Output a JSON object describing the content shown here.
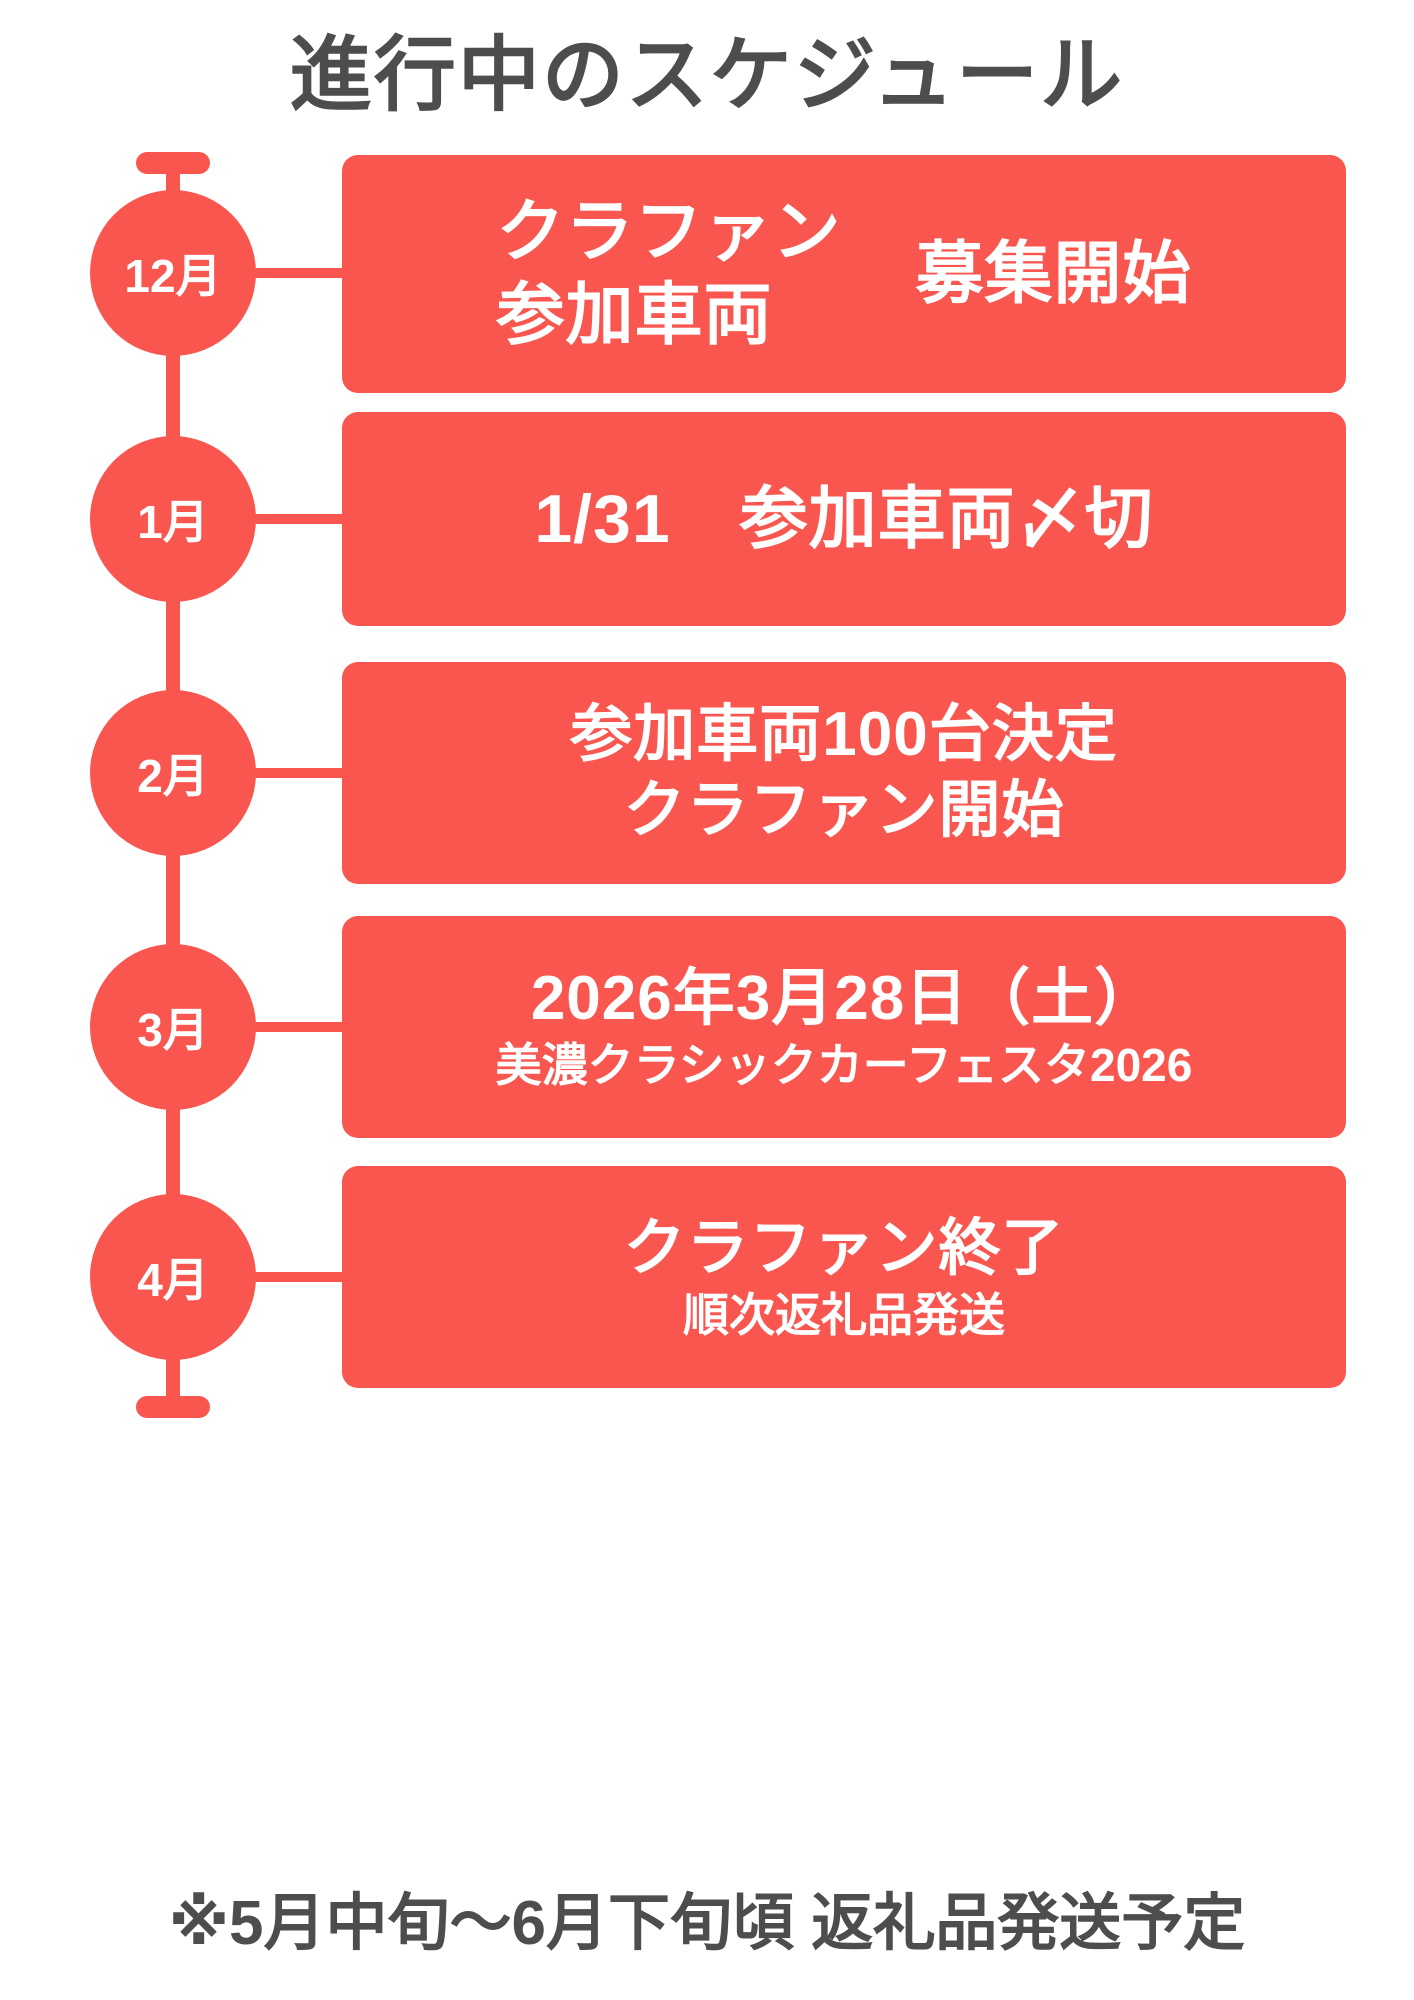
{
  "title": "進行中のスケジュール",
  "colors": {
    "accent": "#f9564f",
    "text_dark": "#4d4d4d",
    "card_text": "#ffffff",
    "background": "#ffffff"
  },
  "timeline": {
    "items": [
      {
        "month_label": "12月",
        "lines": [
          {
            "text": "クラファン",
            "size": "lg"
          },
          {
            "text": "参加車両",
            "size": "lg"
          },
          {
            "text": "募集開始",
            "size": "lg"
          }
        ]
      },
      {
        "month_label": "1月",
        "lines": [
          {
            "text": "1/31　参加車両〆切",
            "size": "lg"
          }
        ]
      },
      {
        "month_label": "2月",
        "lines": [
          {
            "text": "参加車両100台決定",
            "size": "md"
          },
          {
            "text": "クラファン開始",
            "size": "md"
          }
        ]
      },
      {
        "month_label": "3月",
        "lines": [
          {
            "text": "2026年3月28日（土）",
            "size": "md"
          },
          {
            "text": "美濃クラシックカーフェスタ2026",
            "size": "sm"
          }
        ]
      },
      {
        "month_label": "4月",
        "lines": [
          {
            "text": "クラファン終了",
            "size": "md"
          },
          {
            "text": "順次返礼品発送",
            "size": "sm"
          }
        ]
      }
    ]
  },
  "footnote": "※5月中旬〜6月下旬頃 返礼品発送予定"
}
